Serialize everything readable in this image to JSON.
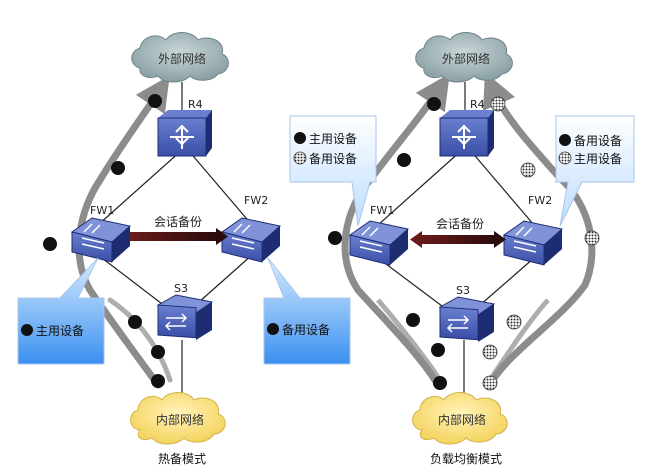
{
  "hot_standby": {
    "caption": "热备模式",
    "cloud_top": "外部网络",
    "cloud_bottom": "内部网络",
    "router_label": "R4",
    "router_badge": "ROUTER",
    "fw1_label": "FW1",
    "fw2_label": "FW2",
    "switch_label": "S3",
    "session_backup": "会话备份",
    "callout_left": "主用设备",
    "callout_right": "备用设备"
  },
  "load_balance": {
    "caption": "负载均衡模式",
    "cloud_top": "外部网络",
    "cloud_bottom": "内部网络",
    "router_label": "R4",
    "router_badge": "ROUTER",
    "fw1_label": "FW1",
    "fw2_label": "FW2",
    "switch_label": "S3",
    "session_backup": "会话备份",
    "callout_left_line1": "主用设备",
    "callout_left_line2": "备用设备",
    "callout_right_line1": "备用设备",
    "callout_right_line2": "主用设备"
  },
  "colors": {
    "device_blue": "#3a4fa6",
    "device_dark": "#1e2c72",
    "path_gray": "#8c8c8c",
    "cloud_gray": "#9fb3b6",
    "cloud_yellow": "#ffe68a",
    "callout_blue": "#3b8ff0",
    "marker_black": "#111111",
    "marker_hatched": "#555555"
  },
  "icons": [
    "cloud-icon",
    "router-icon",
    "firewall-icon",
    "switch-icon",
    "session-arrow-icon",
    "solid-dot-icon",
    "hatched-dot-icon"
  ]
}
